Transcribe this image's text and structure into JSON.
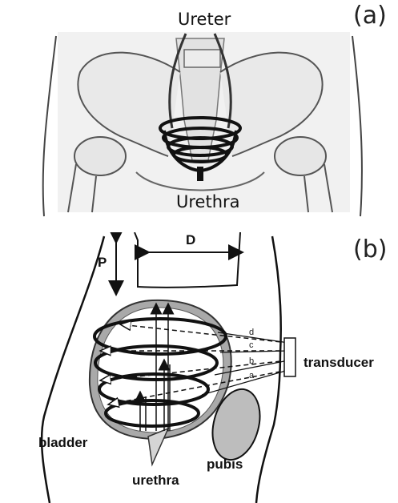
{
  "panel_a": {
    "label": "(a)",
    "ureter_label": "Ureter",
    "urethra_label": "Urethra"
  },
  "panel_b": {
    "label": "(b)",
    "p_label": "P",
    "d_label": "D",
    "transducer_label": "transducer",
    "bladder_label": "bladder",
    "urethra_label": "urethra",
    "pubis_label": "pubis",
    "scan_lines": [
      "d",
      "c",
      "b",
      "a"
    ]
  }
}
